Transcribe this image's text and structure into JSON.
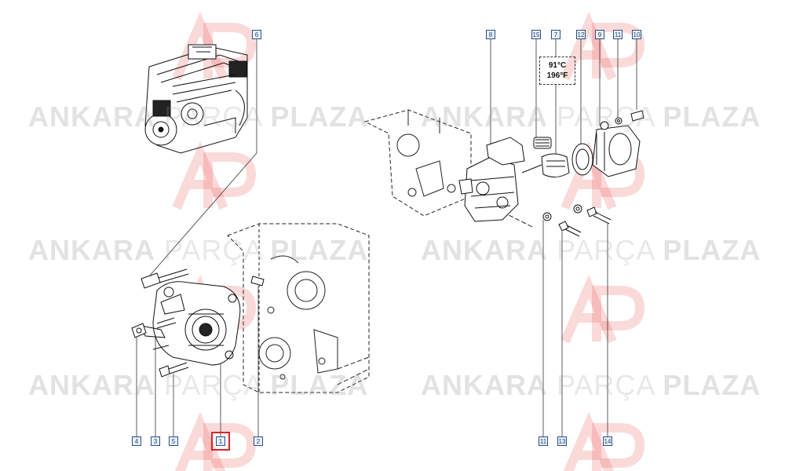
{
  "watermark": {
    "logo": "AP",
    "word1": "ANKARA",
    "word2": "PARÇA",
    "word3": "PLAZA",
    "logo_color": "#e2312f"
  },
  "thermostat_temperature": {
    "celsius": "91°C",
    "fahrenheit": "196°F"
  },
  "callouts": {
    "c1": "1",
    "c2": "2",
    "c3": "3",
    "c4": "4",
    "c5": "5",
    "c6": "6",
    "c7": "7",
    "c8": "8",
    "c9": "9",
    "c10": "10",
    "c11_top": "11",
    "c11_bottom": "11",
    "c12": "12",
    "c13": "13",
    "c14": "14",
    "c15": "15"
  },
  "selected_callout": "1",
  "colors": {
    "callout_border": "#2a4f8a",
    "selection": "#e0202a",
    "line_art": "#222222"
  }
}
